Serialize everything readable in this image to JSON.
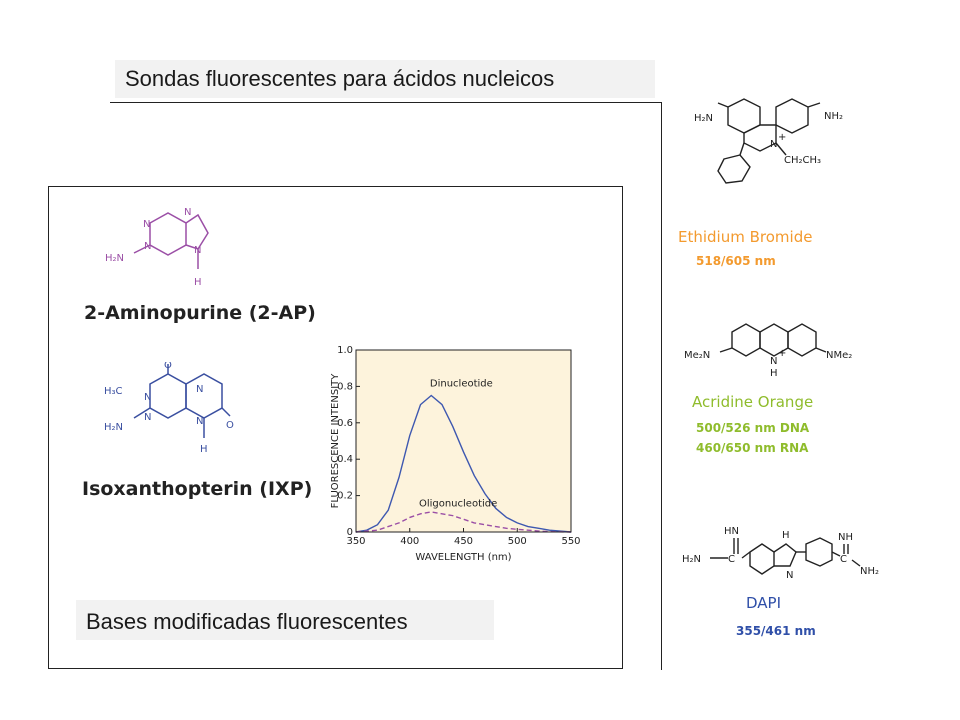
{
  "slide": {
    "title": "Sondas fluorescentes para ácidos nucleicos",
    "bases_caption": "Bases modificadas fluorescentes"
  },
  "compounds": {
    "aminopurine": {
      "name": "2-Aminopurine (2-AP)"
    },
    "isoxanthopterin": {
      "name": "Isoxanthopterin (IXP)"
    }
  },
  "dyes": {
    "ethidium": {
      "name": "Ethidium Bromide",
      "wavelengths": "518/605 nm"
    },
    "acridine": {
      "name": "Acridine Orange",
      "dna": "500/526 nm DNA",
      "rna": "460/650 nm RNA"
    },
    "dapi": {
      "name": "DAPI",
      "wavelengths": "355/461 nm"
    }
  },
  "colors": {
    "aminopurine": "#9b4fa6",
    "isoxanthopterin": "#3a4fa0",
    "ethidium": "#f39a2e",
    "acridine": "#8fbc2c",
    "dapi": "#2f4fa8",
    "chart_bg": "#fdf3dc"
  },
  "chart_data": {
    "type": "line",
    "xlabel": "WAVELENGTH (nm)",
    "ylabel": "FLUORESCENCE INTENSITY",
    "xlim": [
      350,
      550
    ],
    "ylim": [
      0,
      1.0
    ],
    "x_ticks": [
      350,
      400,
      450,
      500,
      550
    ],
    "y_ticks": [
      0,
      0.2,
      0.4,
      0.6,
      0.8,
      1.0
    ],
    "y_tick_labels": [
      "0",
      "0.2",
      "0.4",
      "0.6",
      "0.8",
      "1.0"
    ],
    "series": [
      {
        "name": "Dinucleotide",
        "style": "solid",
        "color": "#3e58b0",
        "x": [
          350,
          360,
          370,
          380,
          390,
          400,
          410,
          420,
          430,
          440,
          450,
          460,
          470,
          480,
          490,
          500,
          510,
          520,
          530,
          540,
          550
        ],
        "y": [
          0.0,
          0.01,
          0.04,
          0.12,
          0.3,
          0.53,
          0.7,
          0.75,
          0.7,
          0.58,
          0.44,
          0.31,
          0.21,
          0.13,
          0.08,
          0.05,
          0.03,
          0.02,
          0.01,
          0.005,
          0.0
        ]
      },
      {
        "name": "Oligonucleotide",
        "style": "dashed",
        "color": "#9b4fa6",
        "x": [
          350,
          370,
          390,
          400,
          410,
          420,
          430,
          440,
          450,
          460,
          470,
          480,
          490,
          500,
          510,
          520,
          530,
          550
        ],
        "y": [
          0.0,
          0.01,
          0.05,
          0.08,
          0.1,
          0.11,
          0.1,
          0.09,
          0.07,
          0.05,
          0.04,
          0.03,
          0.02,
          0.015,
          0.01,
          0.005,
          0.002,
          0.0
        ]
      }
    ]
  }
}
